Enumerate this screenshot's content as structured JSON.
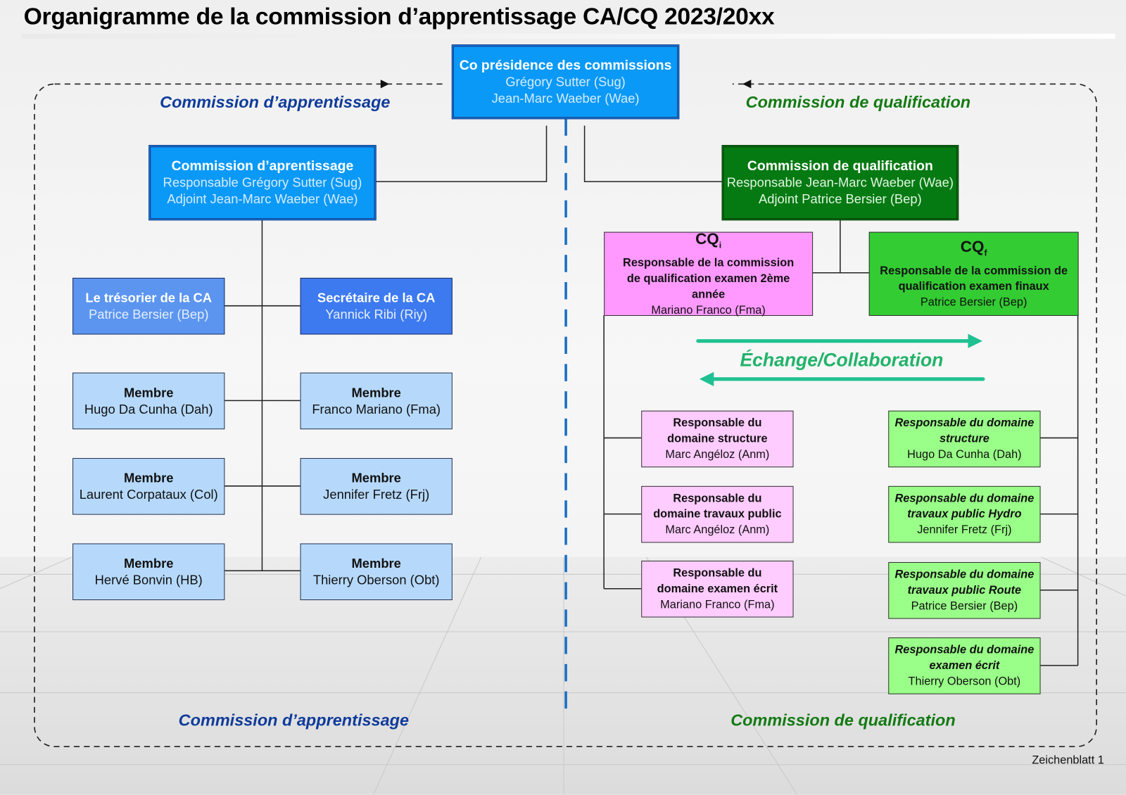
{
  "title": "Organigramme de la commission d’apprentissage CA/CQ  2023/20xx",
  "presidency": {
    "title": "Co présidence des commissions",
    "lines": [
      "Grégory Sutter (Sug)",
      "Jean-Marc Waeber (Wae)"
    ]
  },
  "section_labels": {
    "ca_top": "Commission d’apprentissage",
    "cq_top": "Commission de qualification",
    "ca_bottom": "Commission d’apprentissage",
    "cq_bottom": "Commission de qualification"
  },
  "ca": {
    "head": {
      "title": "Commission d’aprentissage",
      "lines": [
        "Responsable Grégory Sutter (Sug)",
        "Adjoint Jean-Marc Waeber (Wae)"
      ]
    },
    "treasurer": {
      "title": "Le trésorier de la CA",
      "name": "Patrice Bersier (Bep)"
    },
    "secretary": {
      "title": "Secrétaire de la CA",
      "name": "Yannick Ribi (Riy)"
    },
    "members": [
      {
        "title": "Membre",
        "name": "Hugo Da Cunha (Dah)"
      },
      {
        "title": "Membre",
        "name": "Franco Mariano (Fma)"
      },
      {
        "title": "Membre",
        "name": "Laurent Corpataux (Col)"
      },
      {
        "title": "Membre",
        "name": "Jennifer Fretz (Frj)"
      },
      {
        "title": "Membre",
        "name": "Hervé Bonvin (HB)"
      },
      {
        "title": "Membre",
        "name": "Thierry Oberson (Obt)"
      }
    ]
  },
  "cq": {
    "head": {
      "title": "Commission de qualification",
      "lines": [
        "Responsable Jean-Marc Waeber (Wae)",
        "Adjoint Patrice Bersier (Bep)"
      ]
    },
    "cqi": {
      "code": "CQ",
      "sub": "i",
      "desc": "Responsable de la commission de qualification examen 2ème année",
      "name": "Mariano Franco (Fma)"
    },
    "cqf": {
      "code": "CQ",
      "sub": "f",
      "desc": "Responsable de la commission de qualification examen finaux",
      "name": "Patrice Bersier (Bep)"
    },
    "exchange": "Échange/Collaboration",
    "cqi_domains": [
      {
        "title": "Responsable du domaine structure",
        "name": "Marc Angéloz (Anm)"
      },
      {
        "title": "Responsable du domaine travaux public",
        "name": "Marc Angéloz (Anm)"
      },
      {
        "title": "Responsable du domaine examen écrit",
        "name": "Mariano Franco (Fma)"
      }
    ],
    "cqf_domains": [
      {
        "title": "Responsable du domaine structure",
        "name": "Hugo Da Cunha (Dah)"
      },
      {
        "title": "Responsable du domaine travaux public Hydro",
        "name": "Jennifer Fretz (Frj)"
      },
      {
        "title": "Responsable du domaine travaux public Route",
        "name": "Patrice Bersier (Bep)"
      },
      {
        "title": "Responsable du domaine examen écrit",
        "name": "Thierry Oberson (Obt)"
      }
    ]
  },
  "footer": "Zeichenblatt 1",
  "colors": {
    "blue": "#0b99f7",
    "membre": "#b6d9fb",
    "dark_green": "#057a12",
    "cqi": "#ff99ff",
    "cqf": "#33cc33",
    "pink": "#ffccff",
    "light_green": "#99ff88",
    "exchange": "#22b36a"
  }
}
